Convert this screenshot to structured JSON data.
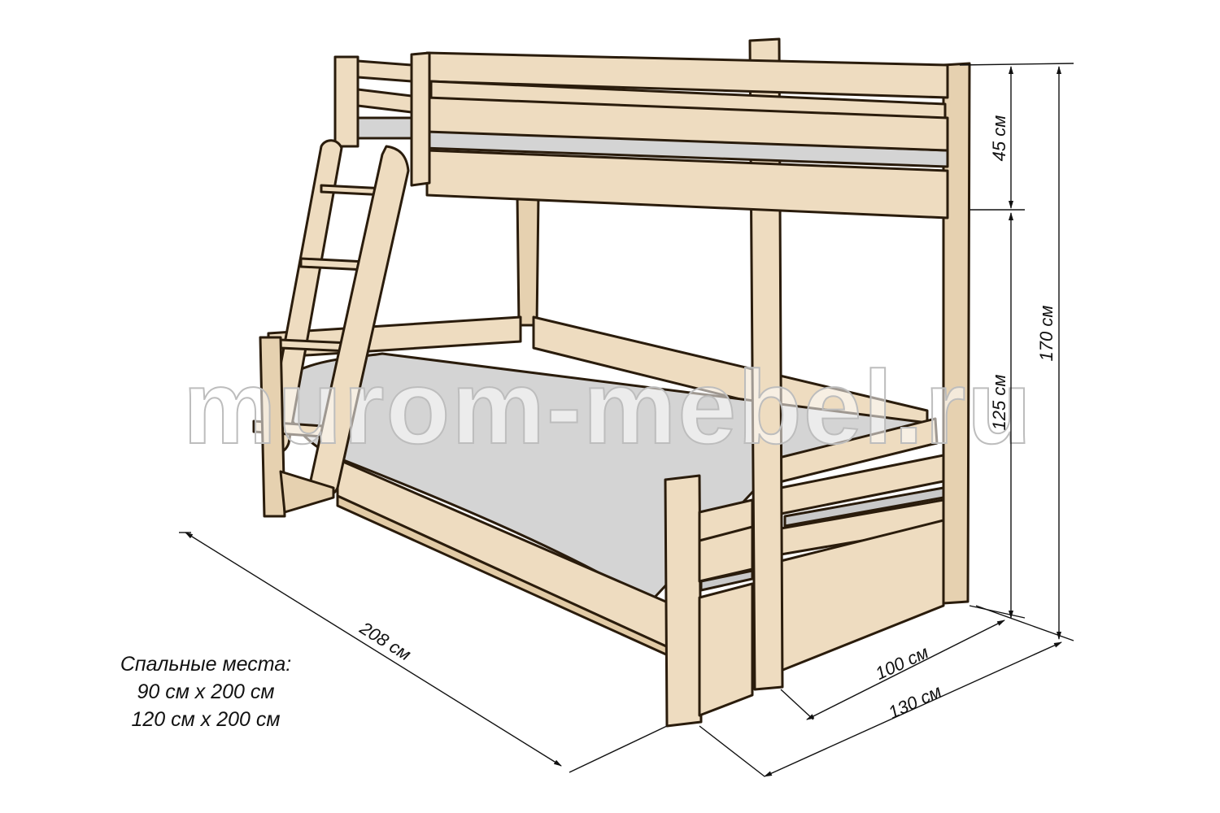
{
  "watermark": "murom-mebel.ru",
  "caption": {
    "title": "Спальные места:",
    "line1": "90 см х 200 см",
    "line2": "120 см х 200 см"
  },
  "dimensions": {
    "top_height": "45 см",
    "lower_height": "125 см",
    "total_height": "170 см",
    "length": "208 см",
    "inner_width": "100 см",
    "outer_width": "130 см"
  },
  "colors": {
    "wood": "#eedcc0",
    "wood_dark": "#d9c29c",
    "mattress": "#d4d4d4",
    "outline": "#2a1c0c"
  }
}
